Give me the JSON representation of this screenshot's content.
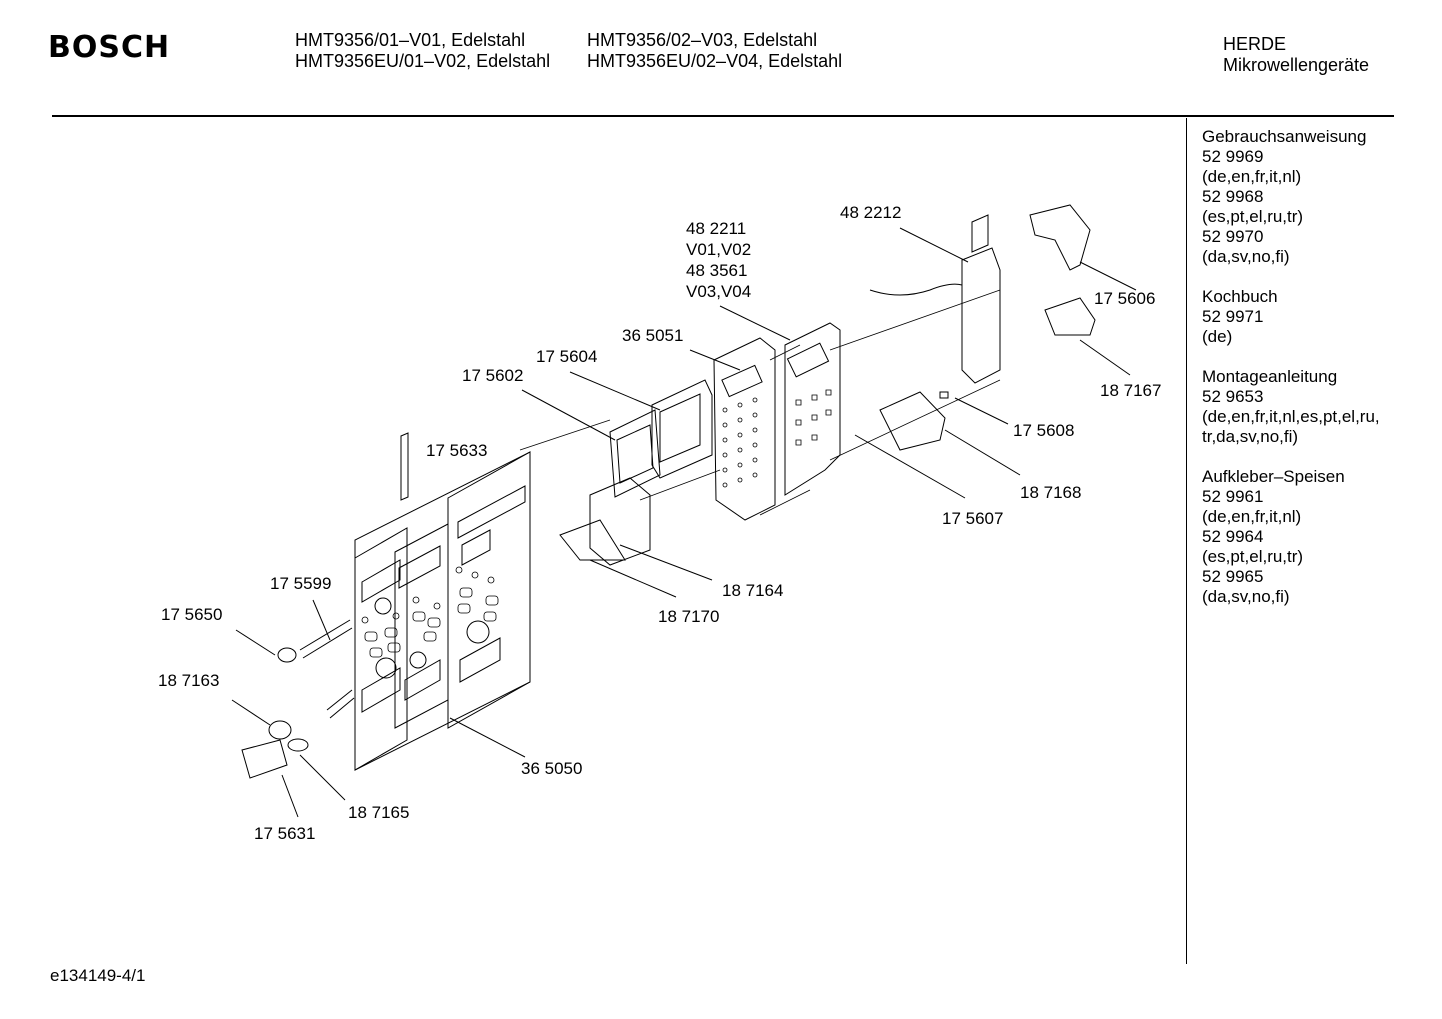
{
  "brand": "BOSCH",
  "models": {
    "col1": [
      "HMT9356/01–V01, Edelstahl",
      "HMT9356EU/01–V02, Edelstahl"
    ],
    "col2": [
      "HMT9356/02–V03, Edelstahl",
      "HMT9356EU/02–V04, Edelstahl"
    ]
  },
  "category": [
    "HERDE",
    "Mikrowellengeräte"
  ],
  "documents": [
    {
      "title": "Gebrauchsanweisung",
      "lines": [
        "52 9969",
        "(de,en,fr,it,nl)",
        "52 9968",
        "(es,pt,el,ru,tr)",
        "52 9970",
        "(da,sv,no,fi)"
      ]
    },
    {
      "title": "Kochbuch",
      "lines": [
        "52 9971",
        "(de)"
      ]
    },
    {
      "title": "Montageanleitung",
      "lines": [
        "52 9653",
        "(de,en,fr,it,nl,es,pt,el,ru,",
        "tr,da,sv,no,fi)"
      ]
    },
    {
      "title": "Aufkleber–Speisen",
      "lines": [
        "52 9961",
        "(de,en,fr,it,nl)",
        "52 9964",
        "(es,pt,el,ru,tr)",
        "52 9965",
        "(da,sv,no,fi)"
      ]
    }
  ],
  "part_labels": {
    "p482211": "48 2211",
    "v0102": "V01,V02",
    "p483561": "48 3561",
    "v0304": "V03,V04",
    "p482212": "48 2212",
    "p175606": "17 5606",
    "p187167": "18 7167",
    "p365051": "36 5051",
    "p175604": "17 5604",
    "p175602": "17 5602",
    "p175608": "17 5608",
    "p187168": "18 7168",
    "p175607": "17 5607",
    "p175633": "17 5633",
    "p187164": "18 7164",
    "p187170": "18 7170",
    "p175599": "17 5599",
    "p175650": "17 5650",
    "p187163": "18 7163",
    "p365050": "36 5050",
    "p187165": "18 7165",
    "p175631": "17 5631"
  },
  "footer": "e134149-4/1"
}
